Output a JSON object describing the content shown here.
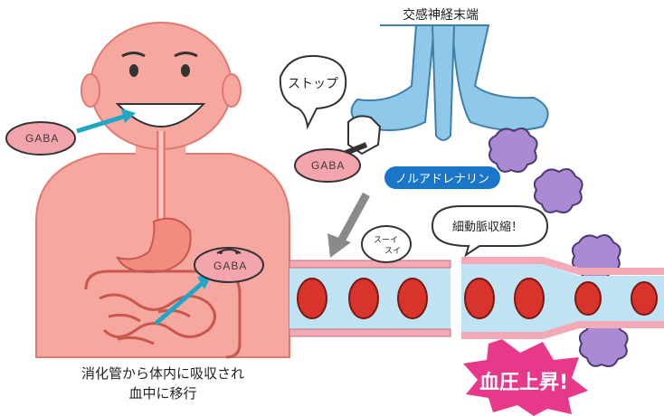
{
  "left_panel": {
    "gaba_label": "GABA",
    "caption_line1": "消化管から体内に吸収され",
    "caption_line2": "血中に移行"
  },
  "right_panel": {
    "title": "交感神経末端",
    "stop_bubble": "ストップ",
    "gaba_label": "GABA",
    "noradrenaline_label": "ノルアドレナリン",
    "vasoconstriction_bubble": "細動脈収縮！",
    "relax_bubble_line1": "スーイ",
    "relax_bubble_line2": "スイ",
    "burst_text": "血圧上昇!"
  },
  "colors": {
    "body_skin": "#f5a7a0",
    "body_outline": "#e07a70",
    "nerve_blue": "#8fc8e8",
    "vessel_blue": "#bfe3f3",
    "vessel_pink": "#f4a9b6",
    "rbc_red": "#d8342c",
    "molecule_purple": "#a98ad3",
    "arrow_cyan": "#1fa7c7",
    "burst_pink": "#e8388a",
    "pill_blue": "#1976c8"
  }
}
